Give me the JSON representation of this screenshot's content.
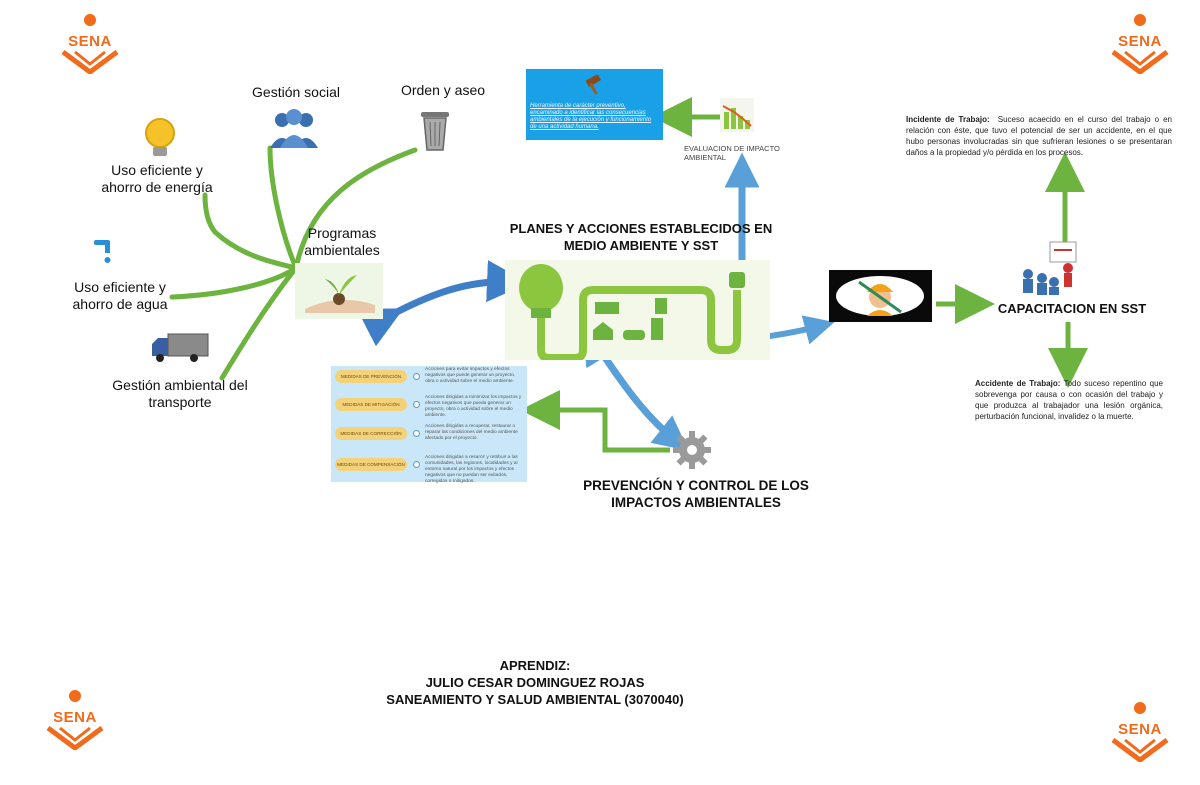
{
  "logos": {
    "wordmark": "SENA",
    "color": "#f26a1b"
  },
  "left_branch": {
    "center": "Programas ambientales",
    "items": [
      {
        "label": "Uso eficiente y ahorro de energía",
        "icon": "lightbulb-icon"
      },
      {
        "label": "Gestión social",
        "icon": "users-icon"
      },
      {
        "label": "Orden y aseo",
        "icon": "trash-can-icon"
      },
      {
        "label": "Uso eficiente y ahorro de agua",
        "icon": "water-tap-icon"
      },
      {
        "label": "Gestión ambiental del transporte",
        "icon": "truck-icon"
      }
    ]
  },
  "center": {
    "title": "PLANES Y ACCIONES ESTABLECIDOS EN MEDIO AMBIENTE Y SST"
  },
  "evaluation": {
    "label": "EVALUACION DE IMPACTO AMBIENTAL",
    "card_text": "Herramienta de carácter preventivo, encaminado a identificar las consecuencias ambientales de la ejecución y funcionamiento de una actividad humana."
  },
  "prevention": {
    "title": "PREVENCIÓN Y CONTROL DE LOS IMPACTOS AMBIENTALES",
    "measures": [
      {
        "name": "MEDIDAS DE PREVENCIÓN",
        "text": "Acciones para evitar impactos y efectos negativos que puede generar un proyecto, obra o actividad sobre el medio ambiente."
      },
      {
        "name": "MEDIDAS DE MITIGACIÓN",
        "text": "Acciones dirigidas a minimizar los impactos y efectos negativos que pueda generar un proyecto, obra o actividad sobre el medio ambiente."
      },
      {
        "name": "MEDIDAS DE CORRECCIÓN",
        "text": "Acciones dirigidas a recuperar, restaurar o reparar las condiciones del medio ambiente afectado por el proyecto."
      },
      {
        "name": "MEDIDAS DE COMPENSACIÓN",
        "text": "Acciones dirigidas a resarcir y retribuir a las comunidades, las regiones, localidades y al entorno natural por los impactos y efectos negativos que no puedan ser evitados, corregidos o mitigados."
      }
    ]
  },
  "sst": {
    "title": "CAPACITACION EN SST",
    "incidente": {
      "term": "Incidente de Trabajo:",
      "text": "Suceso acaecido en el curso del trabajo o en relación con éste, que tuvo el potencial de ser un accidente, en el que hubo personas involucradas sin que sufrieran lesiones o se presentaran daños a la propiedad y/o pérdida en los procesos."
    },
    "accidente": {
      "term": "Accidente de Trabajo:",
      "text": "Todo suceso repentino que sobrevenga por causa o con ocasión del trabajo y que produzca al trabajador una lesión orgánica, perturbación funcional, invalidez o la muerte."
    }
  },
  "author": {
    "role": "APRENDIZ:",
    "name": "JULIO CESAR DOMINGUEZ ROJAS",
    "program": "SANEAMIENTO Y SALUD AMBIENTAL (3070040)"
  },
  "colors": {
    "green": "#6db33f",
    "blue": "#3f7fc8",
    "light_blue": "#5aa0d8"
  }
}
